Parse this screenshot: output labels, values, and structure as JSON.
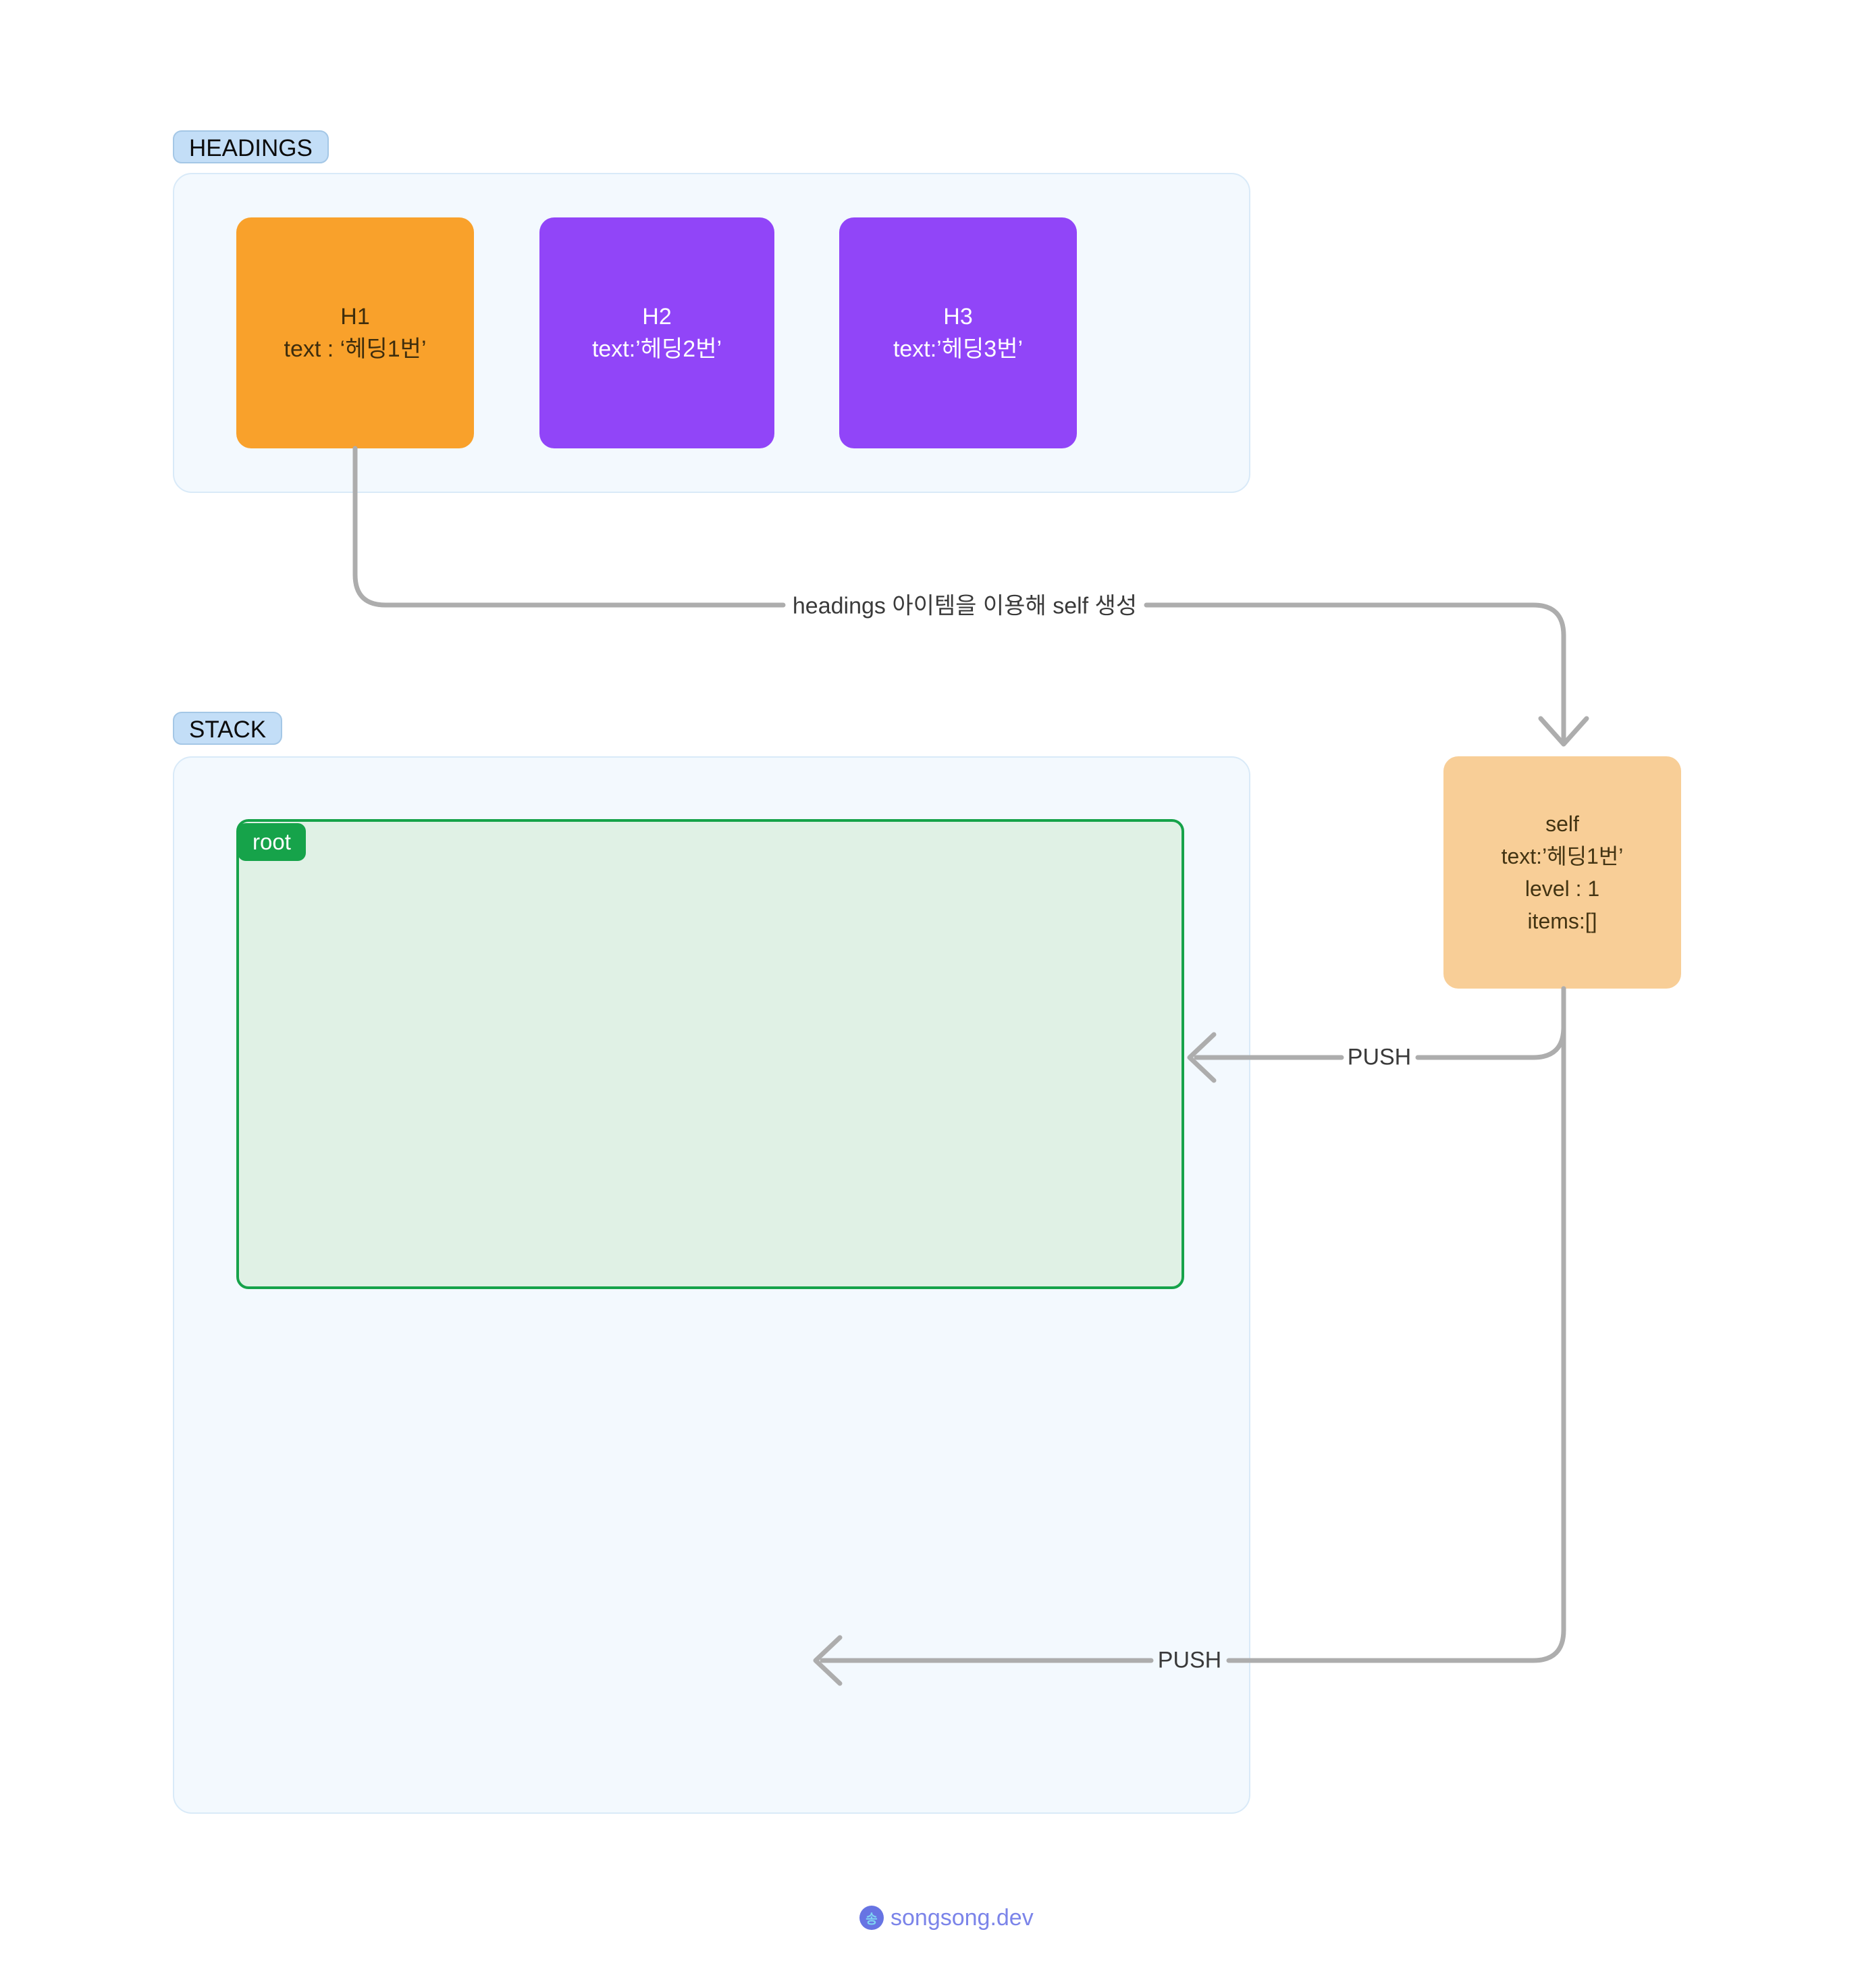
{
  "headings_section": {
    "label": "HEADINGS",
    "cards": [
      {
        "title": "H1",
        "line2": "text : ‘헤딩㄄1번’",
        "bg": "#f9a12b",
        "text_color": "#3e2d0d"
      },
      {
        "title": "H2",
        "line2": "text:’헤딩㄄2번’",
        "bg": "#9145f8",
        "text_color": "#ffffff"
      },
      {
        "title": "H3",
        "line2": "text:’헤딩㄄3번’",
        "bg": "#9145f8",
        "text_color": "#ffffff"
      }
    ]
  },
  "stack_section": {
    "label": "STACK",
    "root_label": "root"
  },
  "self_node": {
    "line1": "self",
    "line2": "text:’헤딩㄄1번’",
    "line3": "level : 1",
    "line4": "items:[]",
    "bg": "#f8ce97"
  },
  "edges": {
    "create_label": "headings 아이템을 이용해 self 생성",
    "push1_label": "PUSH",
    "push2_label": "PUSH",
    "arrow_color": "#adadad"
  },
  "footer": {
    "logo_glyph": "송",
    "brand": "songsong.dev",
    "logo_bg": "#6774e3",
    "logo_glyph_color": "#7fd6f2",
    "brand_color": "#7b84e9"
  },
  "colors": {
    "page_bg": "#ffffff",
    "section_bg": "#f3f9fe",
    "section_border": "#d9eaf8",
    "pill_bg": "#c3def7",
    "pill_border": "#a4c7e6",
    "h1_card_bg": "#f9a12b",
    "h2_card_bg": "#9145f8",
    "root_border": "#16a34a",
    "root_fill": "#e0f1e5",
    "self_bg": "#f8ce97",
    "arrow_gray": "#adadad"
  }
}
